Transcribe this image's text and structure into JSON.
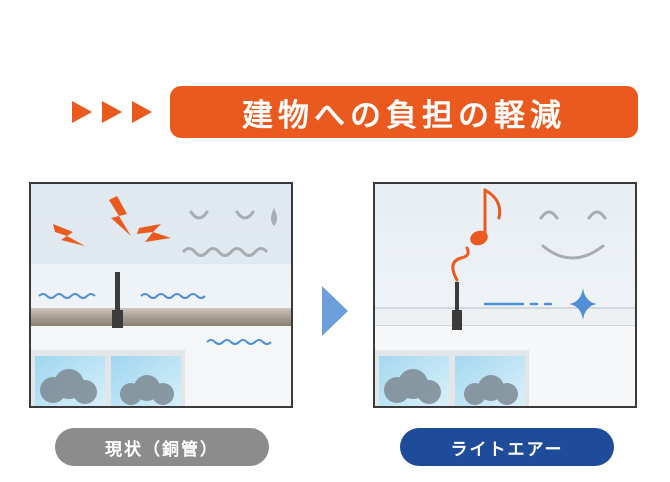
{
  "banner": {
    "text": "建物への負担の軽減",
    "color": "#ea5a1e",
    "arrow_color": "#ea5a1e"
  },
  "panels": [
    {
      "id": "current",
      "label": "現状（銅管）",
      "label_color": "#8c8c8c",
      "icons": [
        "lightning-icon",
        "sad-face-icon",
        "sweat-drop-icon",
        "vibration-wave-icon",
        "copper-pipe-icon",
        "window-icon",
        "tree-icon"
      ]
    },
    {
      "id": "light-air",
      "label": "ライトエアー",
      "label_color": "#1e4c9a",
      "icons": [
        "music-note-icon",
        "smile-face-icon",
        "sparkle-icon",
        "pipe-icon",
        "window-icon",
        "tree-icon"
      ]
    }
  ],
  "colors": {
    "orange": "#ea5a1e",
    "wave_blue": "#4f8fd6",
    "face_gray": "#a7adb3",
    "mid_arrow": "#6d9edc"
  }
}
